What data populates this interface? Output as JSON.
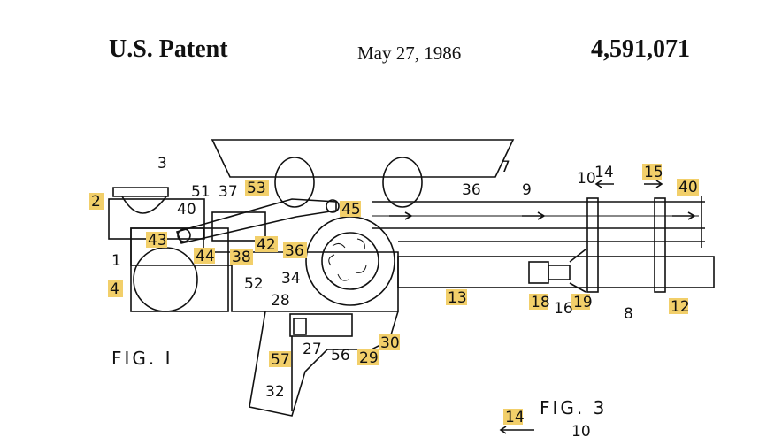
{
  "header": {
    "title": "U.S. Patent",
    "date": "May 27, 1986",
    "number": "4,591,071"
  },
  "figures": {
    "fig1": "FIG. I",
    "fig3": "FIG. 3"
  },
  "labels": {
    "l3": "3",
    "l2": "2",
    "l1": "1",
    "l4": "4",
    "l43": "43",
    "l44": "44",
    "l51": "51",
    "l37": "37",
    "l53": "53",
    "l40a": "40",
    "l42": "42",
    "l38": "38",
    "l36a": "36",
    "l45": "45",
    "l34": "34",
    "l52": "52",
    "l28": "28",
    "l57": "57",
    "l27": "27",
    "l56": "56",
    "l29": "29",
    "l30": "30",
    "l32": "32",
    "l7": "7",
    "l36b": "36",
    "l9": "9",
    "l10a": "10",
    "l14a": "14",
    "l15": "15",
    "l40b": "40",
    "l13": "13",
    "l18": "18",
    "l16": "16",
    "l19": "19",
    "l8": "8",
    "l12": "12",
    "l14b": "14",
    "l10b": "10"
  },
  "highlight_color": "#f2cf6a"
}
